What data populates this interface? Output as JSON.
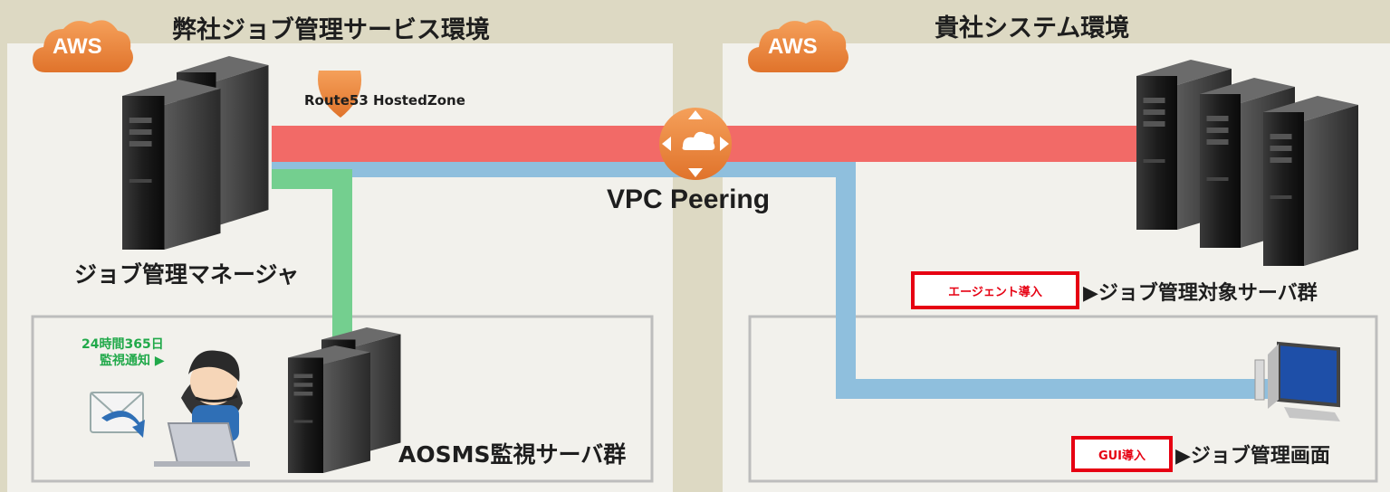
{
  "left_env": {
    "title": "弊社ジョブ管理サービス環境",
    "cloud_label": "AWS"
  },
  "right_env": {
    "title": "貴社システム環境",
    "cloud_label": "AWS"
  },
  "route53_label": "Route53 HostedZone",
  "vpc_label": "VPC Peering",
  "job_manager_label": "ジョブ管理マネージャ",
  "monitor": {
    "line1": "24時間365日",
    "line2": "監視通知 ▶",
    "servers_label": "AOSMS監視サーバ群"
  },
  "targets": {
    "badge": "エージェント導入",
    "label": "▶ジョブ管理対象サーバ群"
  },
  "gui": {
    "badge": "GUI導入",
    "label": "▶ジョブ管理画面"
  },
  "colors": {
    "red_line": "#f26a67",
    "blue_line": "#8fbfdd",
    "green_line": "#74cf8f",
    "aws_orange": "#e8803a",
    "accent_red": "#e60012"
  }
}
